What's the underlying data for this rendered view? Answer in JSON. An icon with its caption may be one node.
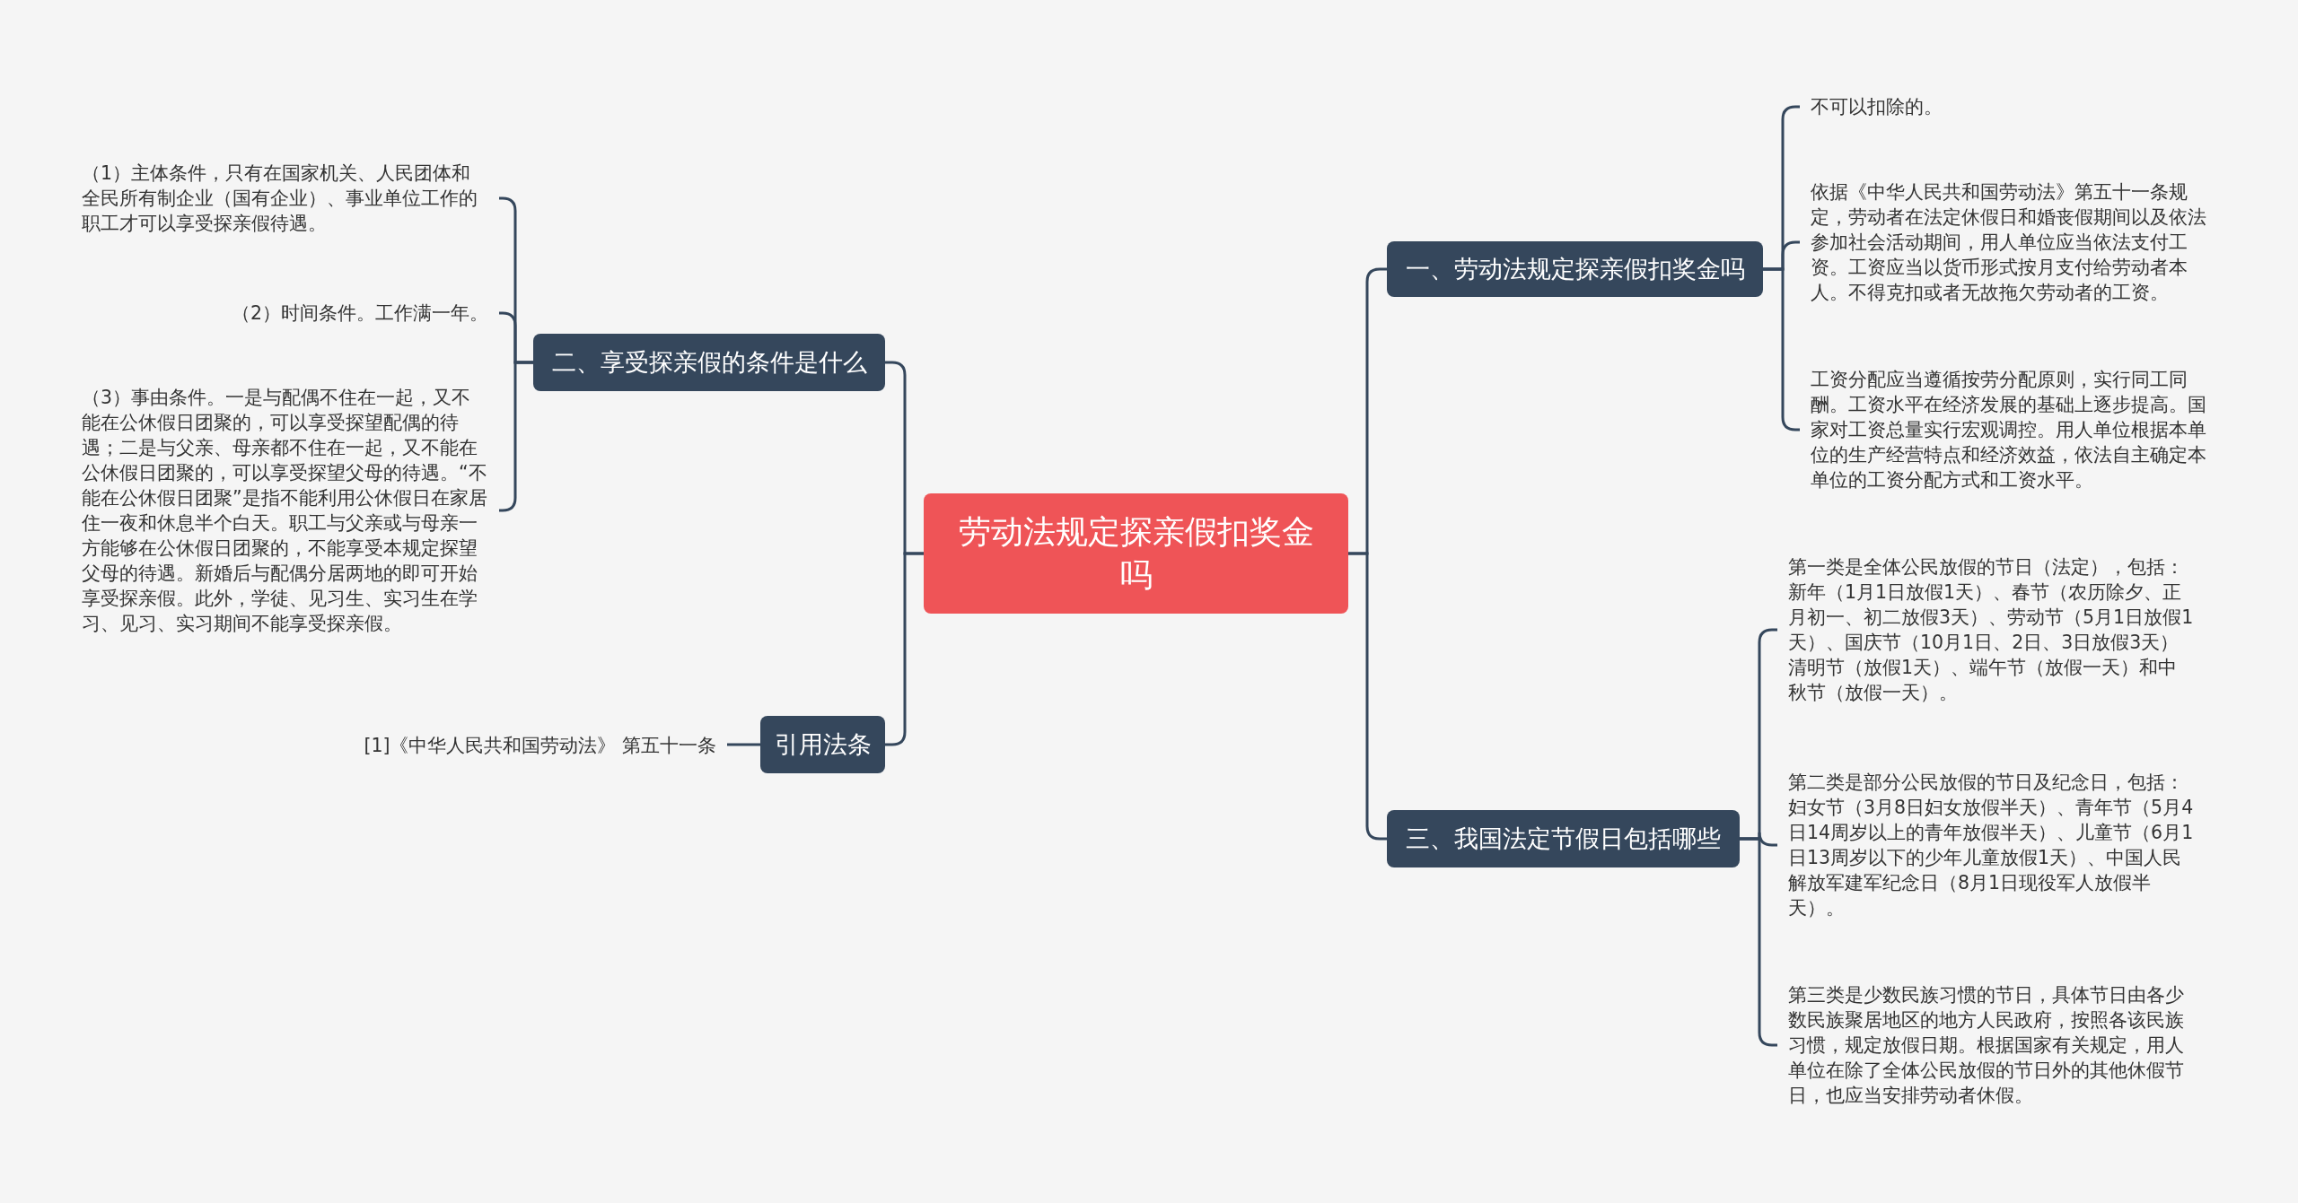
{
  "diagram": {
    "nodes": [
      {
        "text": [
          "劳动法规定探亲假扣奖金吗"
        ]
      },
      {
        "text": [
          "一、劳动法规定探亲假扣奖金吗"
        ]
      },
      {
        "text": [
          "不可以扣除的。"
        ]
      },
      {
        "text": [
          "依据《中华人民共和国劳动法》第五十一条规定，劳动者在法定休假日和婚丧假期间以及依法参加社会活动期间，用人单位应当依法支付工资。工资应当以货币形式按月支付给劳动者本人。不得克扣或者无故拖欠劳动者的工资。"
        ]
      },
      {
        "text": [
          "工资分配应当遵循按劳分配原则，实行同工同酬。工资水平在经济发展的基础上逐步提高。国家对工资总量实行宏观调控。用人单位根据本单位的生产经营特点和经济效益，依法自主确定本单位的工资分配方式和工资水平。"
        ]
      },
      {
        "text": [
          "三、我国法定节假日包括哪些"
        ]
      },
      {
        "text": [
          "第一类是全体公民放假的节日（法定），包括：新年（1月1日放假1天）、春节（农历除夕、正月初一、初二放假3天）、劳动节（5月1日放假1天）、国庆节（10月1日、2日、3日放假3天）清明节（放假1天）、端午节（放假一天）和中秋节（放假一天）。"
        ]
      },
      {
        "text": [
          "第二类是部分公民放假的节日及纪念日，包括：妇女节（3月8日妇女放假半天）、青年节（5月4日14周岁以上的青年放假半天）、儿童节（6月1日13周岁以下的少年儿童放假1天）、中国人民解放军建军纪念日（8月1日现役军人放假半天）。"
        ]
      },
      {
        "text": [
          "第三类是少数民族习惯的节日，具体节日由各少数民族聚居地区的地方人民政府，按照各该民族习惯，规定放假日期。根据国家有关规定，用人单位在除了全体公民放假的节日外的其他休假节日，也应当安排劳动者休假。"
        ]
      },
      {
        "text": [
          "二、享受探亲假的条件是什么"
        ]
      },
      {
        "text": [
          "（1）主体条件，只有在国家机关、人民团体和全民所有制企业（国有企业）、事业单位工作的职工才可以享受探亲假待遇。"
        ]
      },
      {
        "text": [
          "（2）时间条件。工作满一年。"
        ]
      },
      {
        "text": [
          "（3）事由条件。一是与配偶不住在一起，又不能在公休假日团聚的，可以享受探望配偶的待遇；二是与父亲、母亲都不住在一起，又不能在公休假日团聚的，可以享受探望父母的待遇。“不能在公休假日团聚”是指不能利用公休假日在家居住一夜和休息半个白天。职工与父亲或与母亲一方能够在公休假日团聚的，不能享受本规定探望父母的待遇。新婚后与配偶分居两地的即可开始享受探亲假。此外，学徒、见习生、实习生在学习、见习、实习期间不能享受探亲假。"
        ]
      },
      {
        "text": [
          "引用法条"
        ]
      },
      {
        "text": [
          "[1]《中华人民共和国劳动法》 第五十一条"
        ]
      }
    ],
    "edges": [
      {
        "from": 0,
        "to": 1,
        "arrow": "none"
      },
      {
        "from": 1,
        "to": 2,
        "arrow": "none"
      },
      {
        "from": 1,
        "to": 3,
        "arrow": "none"
      },
      {
        "from": 1,
        "to": 4,
        "arrow": "none"
      },
      {
        "from": 0,
        "to": 5,
        "arrow": "none"
      },
      {
        "from": 5,
        "to": 6,
        "arrow": "none"
      },
      {
        "from": 5,
        "to": 7,
        "arrow": "none"
      },
      {
        "from": 5,
        "to": 8,
        "arrow": "none"
      },
      {
        "from": 0,
        "to": 9,
        "arrow": "none"
      },
      {
        "from": 9,
        "to": 10,
        "arrow": "none"
      },
      {
        "from": 9,
        "to": 11,
        "arrow": "none"
      },
      {
        "from": 9,
        "to": 12,
        "arrow": "none"
      },
      {
        "from": 0,
        "to": 13,
        "arrow": "none"
      },
      {
        "from": 13,
        "to": 14,
        "arrow": "none"
      }
    ]
  }
}
